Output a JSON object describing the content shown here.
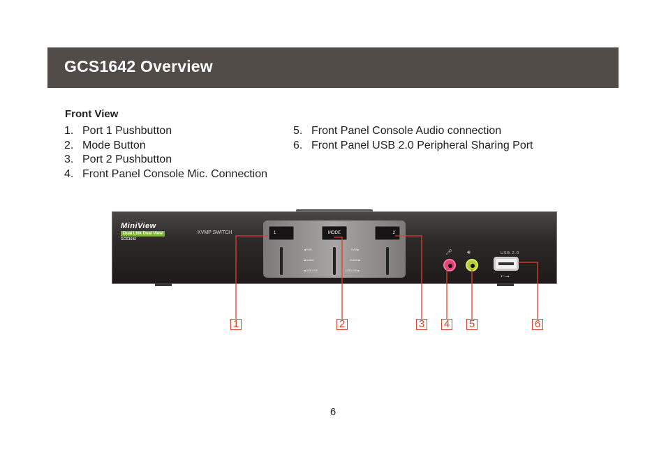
{
  "header": {
    "title": "GCS1642 Overview"
  },
  "section": {
    "heading": "Front View"
  },
  "items_left": [
    {
      "num": "1.",
      "label": "Port 1 Pushbutton"
    },
    {
      "num": "2.",
      "label": "Mode Button"
    },
    {
      "num": "3.",
      "label": "Port 2 Pushbutton"
    },
    {
      "num": "4.",
      "label": "Front Panel Console Mic. Connection"
    }
  ],
  "items_right": [
    {
      "num": "5.",
      "label": "Front Panel Console Audio connection"
    },
    {
      "num": "6.",
      "label": "Front Panel USB 2.0 Peripheral Sharing Port"
    }
  ],
  "device": {
    "brand": "MiniView",
    "tag": "Dual Link Dual View",
    "tag_suffix": "KVMP SWITCH",
    "model": "GCS1642",
    "button_1": "1",
    "button_mode": "MODE",
    "button_2": "2",
    "led_labels_left": [
      "KVM",
      "AUDIO",
      "USB LINK"
    ],
    "led_labels_right": [
      "KVM",
      "AUDIO",
      "USB LINK"
    ],
    "usb_label": "USB 2.0",
    "mic_icon": "microphone-icon",
    "speaker_icon": "speaker-icon",
    "usb_icon": "usb-icon"
  },
  "callouts": [
    "1",
    "2",
    "3",
    "4",
    "5",
    "6"
  ],
  "colors": {
    "header_bg": "#514c48",
    "callout": "#e2402a",
    "mic_jack": "#e8417a",
    "audio_jack": "#b7d333",
    "brand_tag": "#7db23a"
  },
  "page_number": "6"
}
